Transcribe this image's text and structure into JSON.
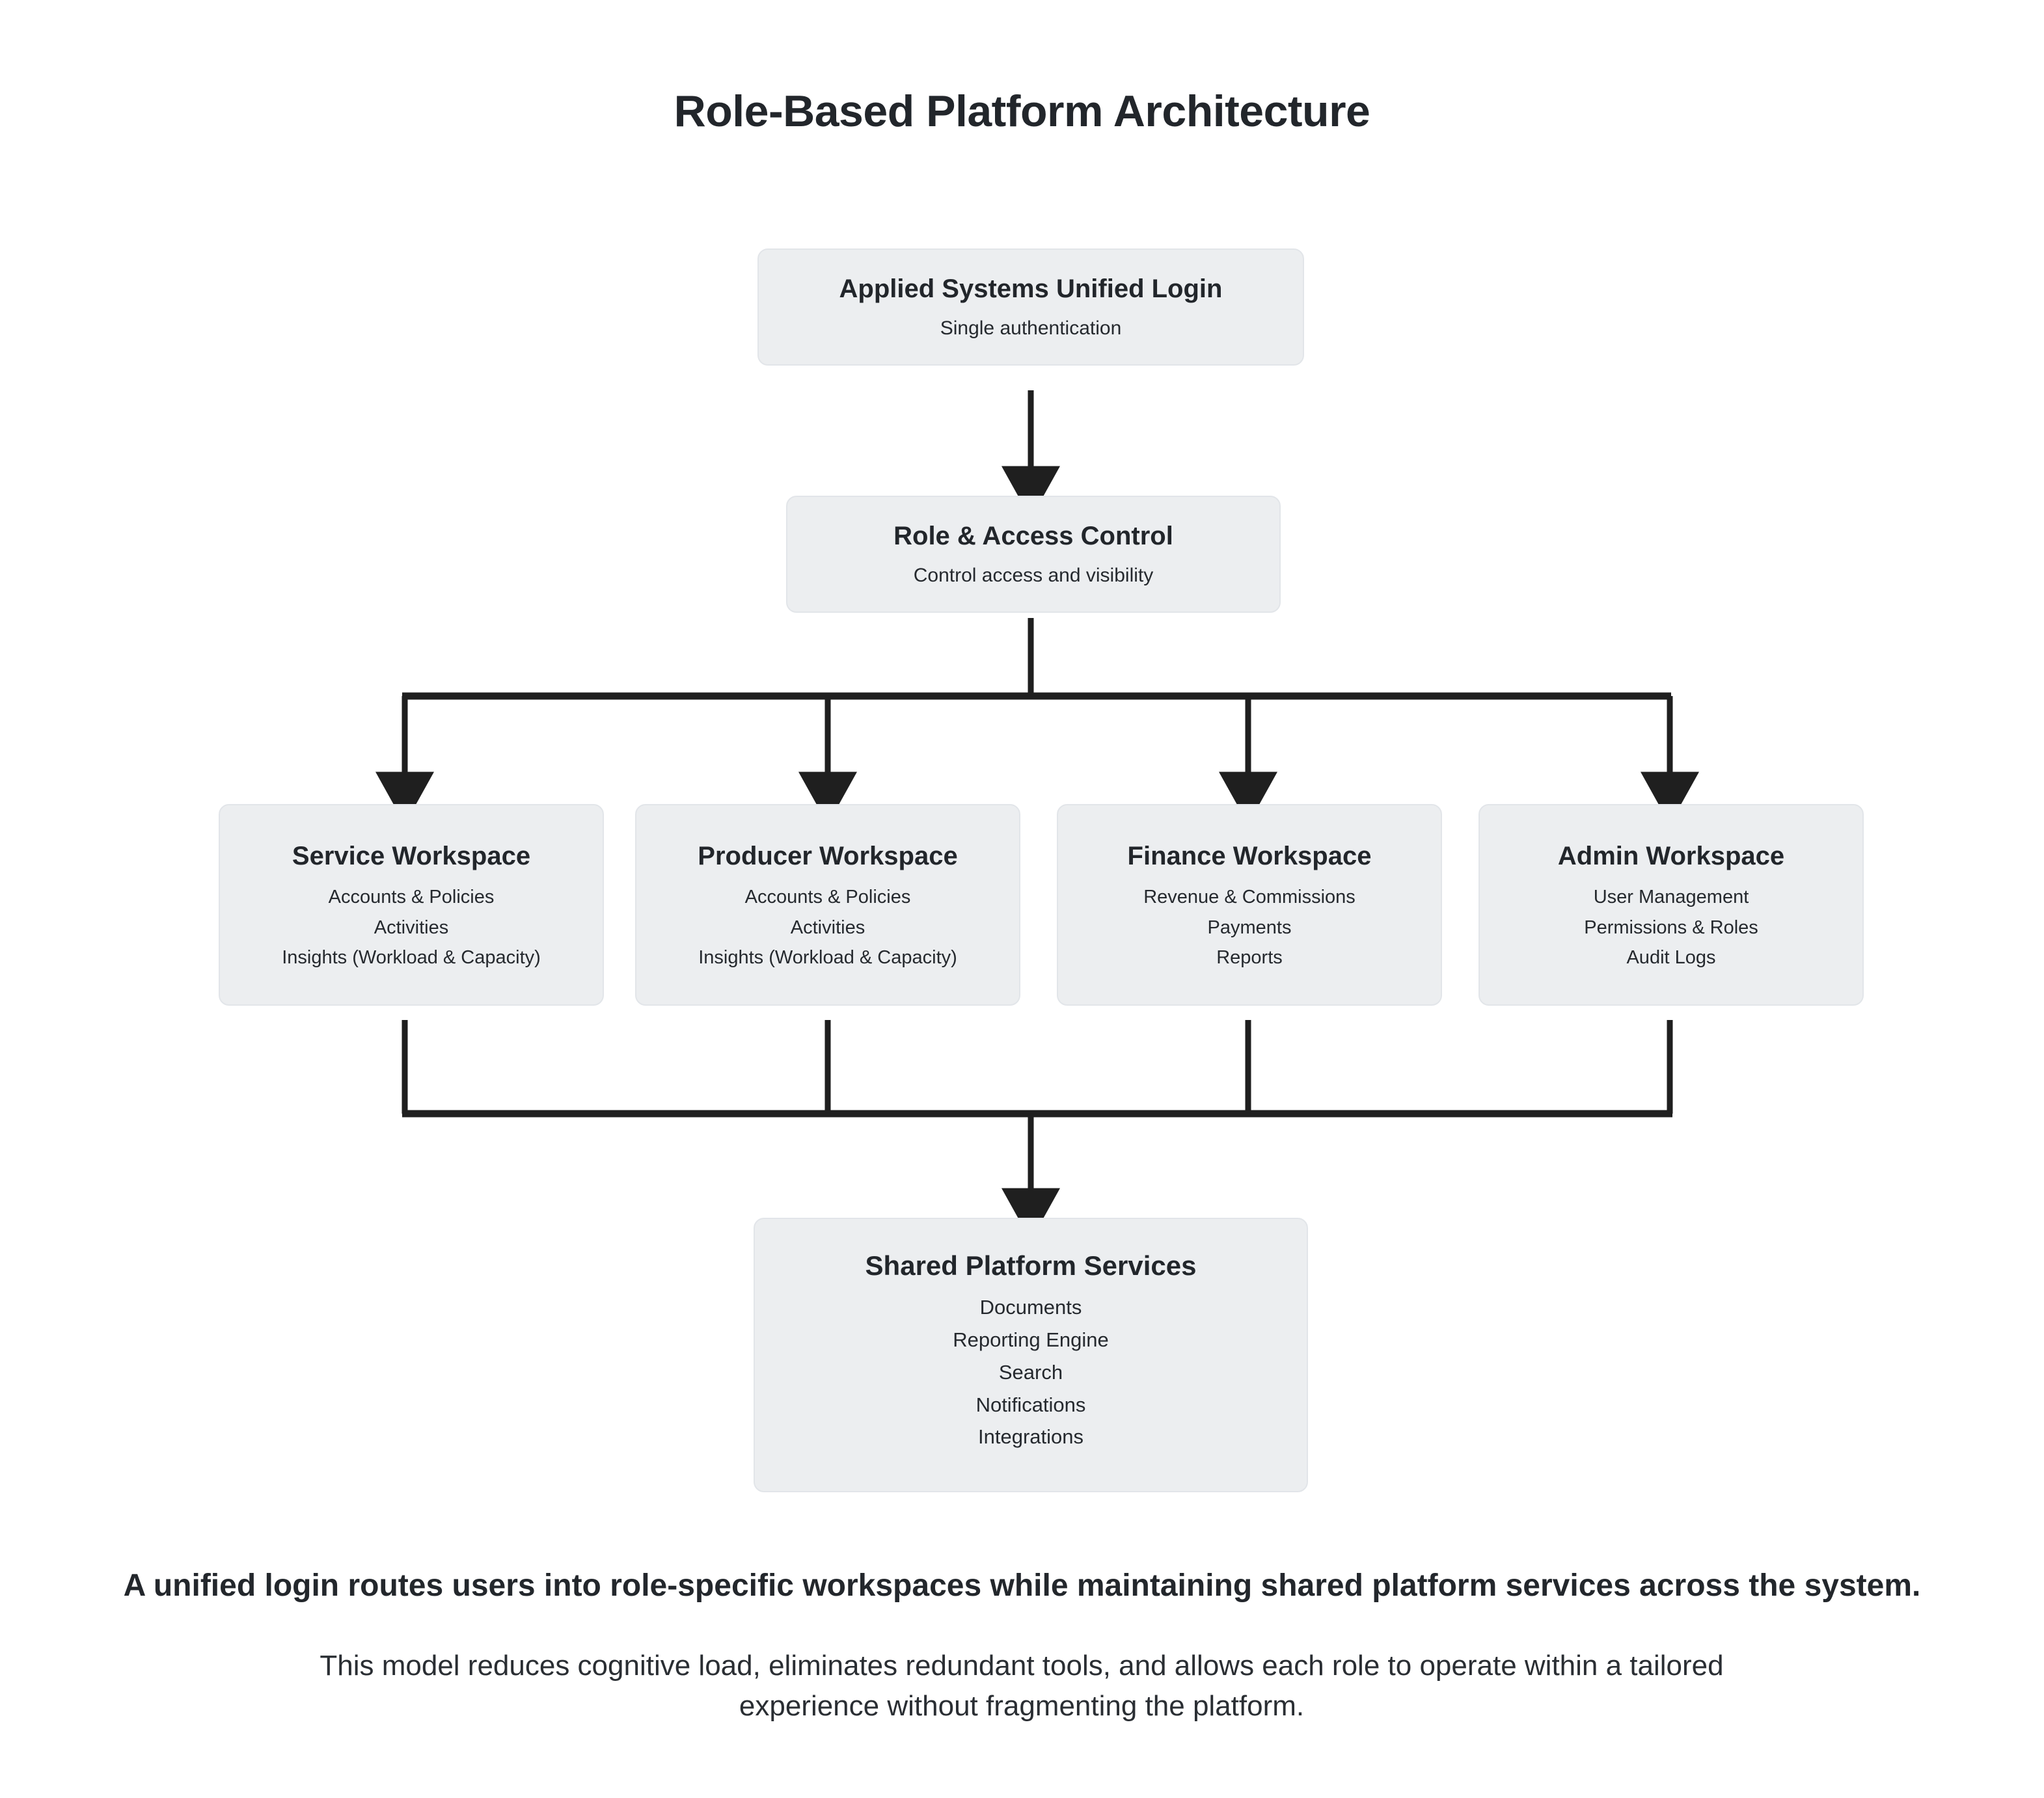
{
  "title": "Role-Based Platform Architecture",
  "nodes": {
    "login": {
      "title": "Applied Systems Unified Login",
      "subtitle": "Single authentication"
    },
    "role_access_control": {
      "title": "Role & Access Control",
      "subtitle": "Control access and visibility"
    },
    "workspaces": [
      {
        "title": "Service Workspace",
        "items": [
          "Accounts & Policies",
          "Activities",
          "Insights (Workload & Capacity)"
        ]
      },
      {
        "title": "Producer Workspace",
        "items": [
          "Accounts & Policies",
          "Activities",
          "Insights (Workload & Capacity)"
        ]
      },
      {
        "title": "Finance Workspace",
        "items": [
          "Revenue & Commissions",
          "Payments",
          "Reports"
        ]
      },
      {
        "title": "Admin Workspace",
        "items": [
          "User Management",
          "Permissions & Roles",
          "Audit Logs"
        ]
      }
    ],
    "shared_services": {
      "title": "Shared Platform Services",
      "items": [
        "Documents",
        "Reporting Engine",
        "Search",
        "Notifications",
        "Integrations"
      ]
    }
  },
  "captions": {
    "primary": "A unified login routes users into role-specific workspaces while maintaining shared platform services across the system.",
    "secondary": "This model reduces cognitive load, eliminates redundant tools, and allows each role to operate within a tailored experience without fragmenting the platform."
  },
  "colors": {
    "node_fill": "#ECEEF0",
    "node_border": "#E2E5E9",
    "connector": "#1f1f1f",
    "text": "#22262b",
    "background": "#ffffff"
  }
}
